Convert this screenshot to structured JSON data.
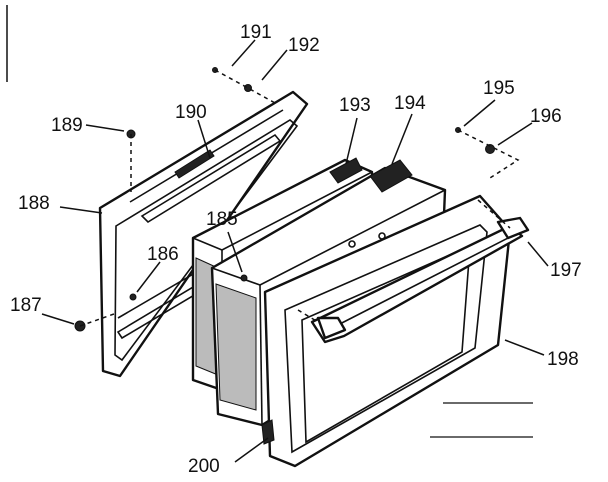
{
  "diagram": {
    "labels": [
      {
        "id": "p191",
        "text": "191"
      },
      {
        "id": "p192",
        "text": "192"
      },
      {
        "id": "p189",
        "text": "189"
      },
      {
        "id": "p190",
        "text": "190"
      },
      {
        "id": "p193",
        "text": "193"
      },
      {
        "id": "p194",
        "text": "194"
      },
      {
        "id": "p195",
        "text": "195"
      },
      {
        "id": "p196",
        "text": "196"
      },
      {
        "id": "p188",
        "text": "188"
      },
      {
        "id": "p185",
        "text": "185"
      },
      {
        "id": "p186",
        "text": "186"
      },
      {
        "id": "p197",
        "text": "197"
      },
      {
        "id": "p187",
        "text": "187"
      },
      {
        "id": "p198",
        "text": "198"
      },
      {
        "id": "p200",
        "text": "200"
      }
    ]
  }
}
